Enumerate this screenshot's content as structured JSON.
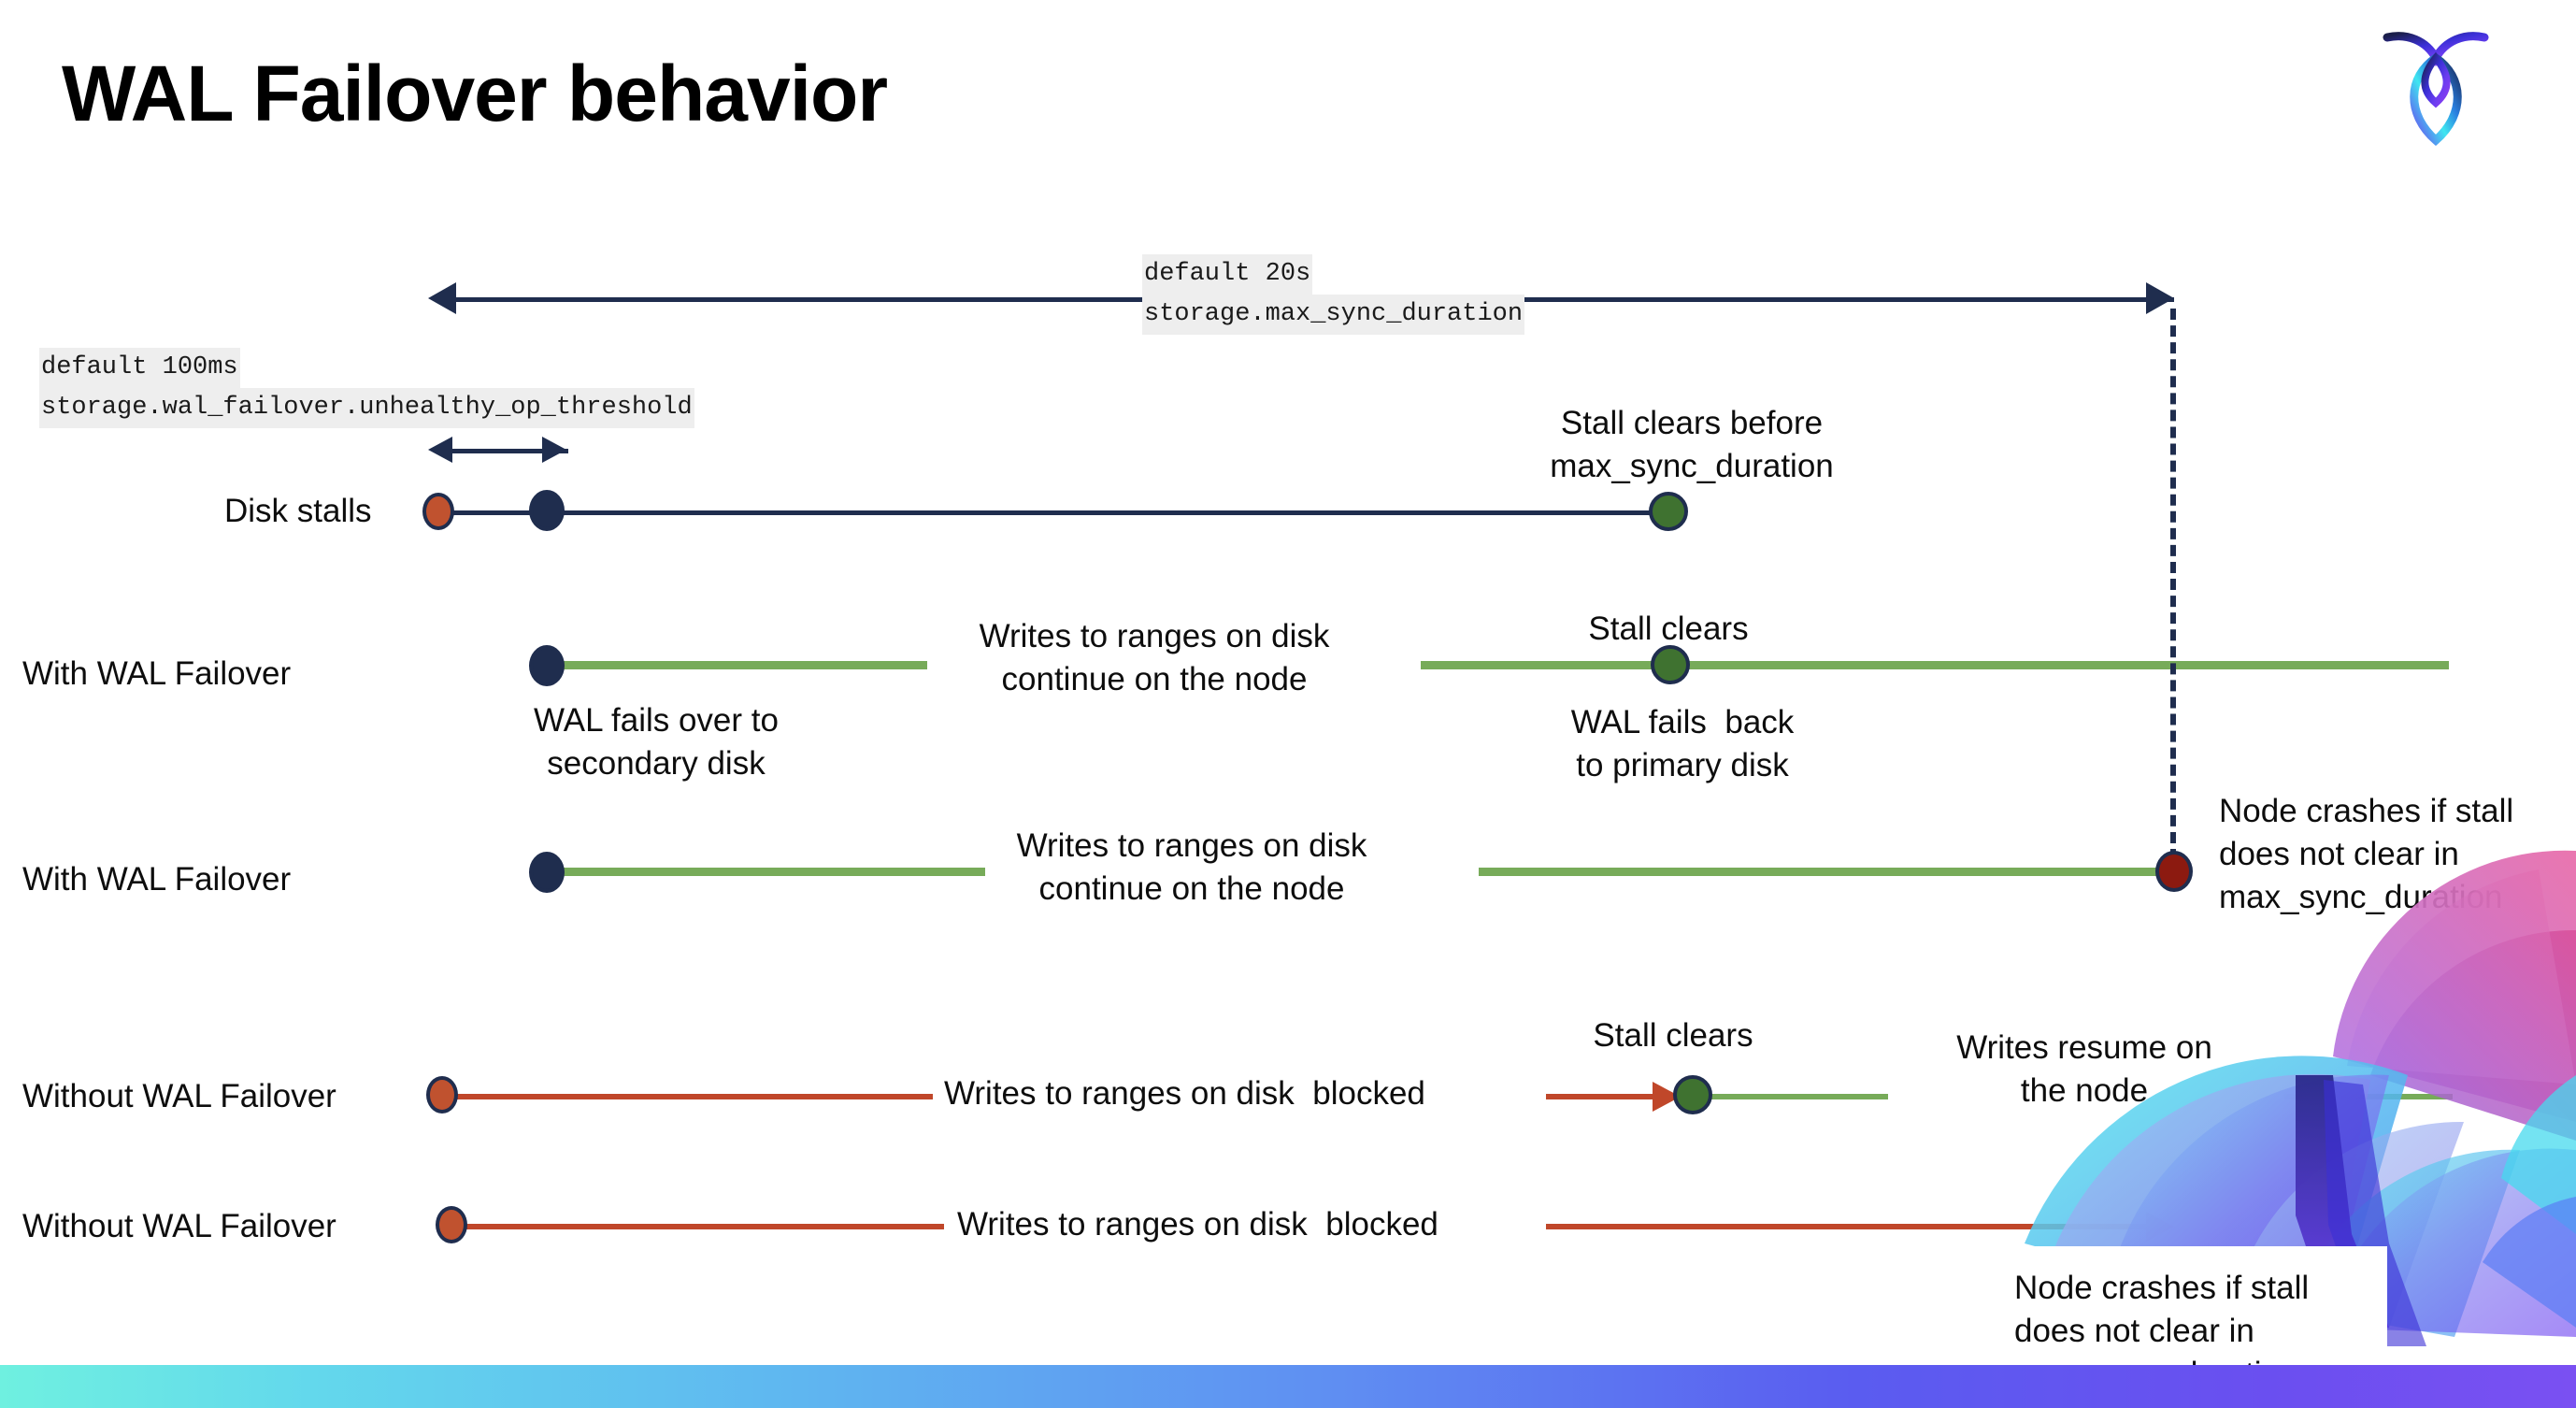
{
  "slide": {
    "title": "WAL Failover behavior",
    "logo_name": "cockroachdb-logo"
  },
  "settings": {
    "max_sync": {
      "default_line": "default 20s",
      "name_line": "storage.max_sync_duration"
    },
    "unhealthy_threshold": {
      "default_line": "default 100ms",
      "name_line": "storage.wal_failover.unhealthy_op_threshold"
    }
  },
  "rows": [
    {
      "label": "Disk stalls",
      "annotations": [
        "Stall clears before\nmax_sync_duration"
      ]
    },
    {
      "label": "With WAL Failover",
      "annotations": [
        "Writes to ranges on disk\ncontinue on the node",
        "Stall clears",
        "WAL fails over to\nsecondary disk",
        "WAL fails  back\nto primary disk"
      ]
    },
    {
      "label": "With WAL Failover",
      "annotations": [
        "Writes to ranges on disk\ncontinue on the node",
        "Node crashes if stall\ndoes not clear in\nmax_sync_duration"
      ]
    },
    {
      "label": "Without WAL Failover",
      "annotations": [
        "Writes to ranges on disk  blocked",
        "Stall clears",
        "Writes resume on\nthe node"
      ]
    },
    {
      "label": "Without WAL Failover",
      "annotations": [
        "Writes to ranges on disk  blocked",
        "Node crashes if stall\ndoes not clear in\nmax_sync_duration"
      ]
    }
  ],
  "texts": {
    "stall_clears_before": "Stall clears before\nmax_sync_duration",
    "stall_clears": "Stall clears",
    "writes_continue": "Writes to ranges on disk\ncontinue on the node",
    "wal_fails_over": "WAL fails over to\nsecondary disk",
    "wal_fails_back": "WAL fails  back\nto primary disk",
    "node_crashes": "Node crashes if stall\ndoes not clear in\nmax_sync_duration",
    "writes_blocked": "Writes to ranges on disk  blocked",
    "writes_resume": "Writes resume on\nthe node"
  },
  "colors": {
    "navy": "#1f2d4e",
    "green_line": "#77ab59",
    "green_dot": "#3f7230",
    "orange": "#c0472a",
    "orange_dot": "#c0522f",
    "dark_red": "#8c1a10",
    "code_bg": "#eeeeee"
  }
}
